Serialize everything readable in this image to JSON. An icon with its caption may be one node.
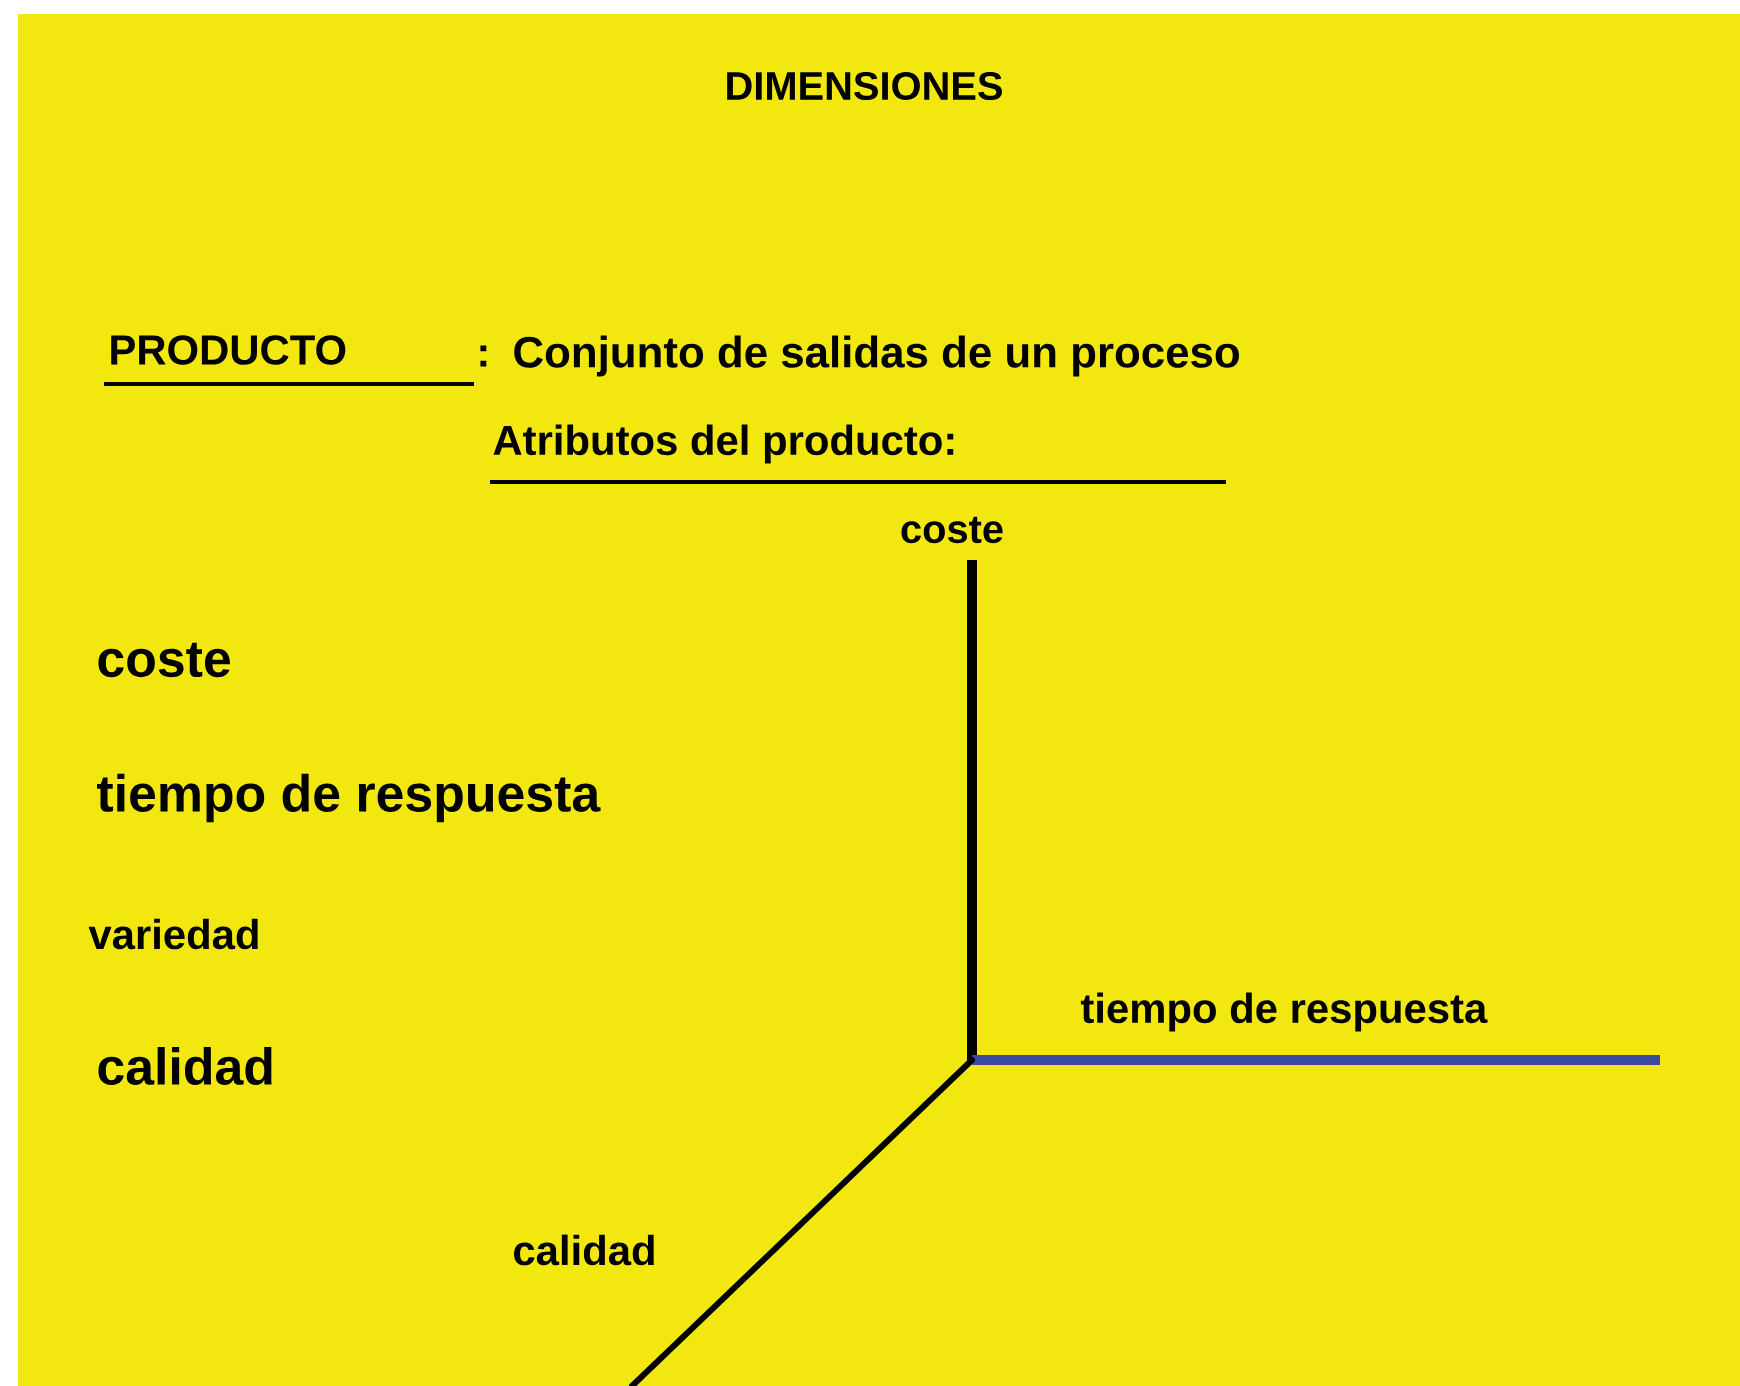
{
  "diagram": {
    "title": "DIMENSIONES",
    "labels": [
      "PRODUCTO",
      ":",
      "Conjunto de salidas de un proceso",
      "Atributos del producto:",
      "coste",
      "coste",
      "tiempo de respuesta",
      "variedad",
      "calidad",
      "tiempo de respuesta",
      "calidad"
    ]
  }
}
